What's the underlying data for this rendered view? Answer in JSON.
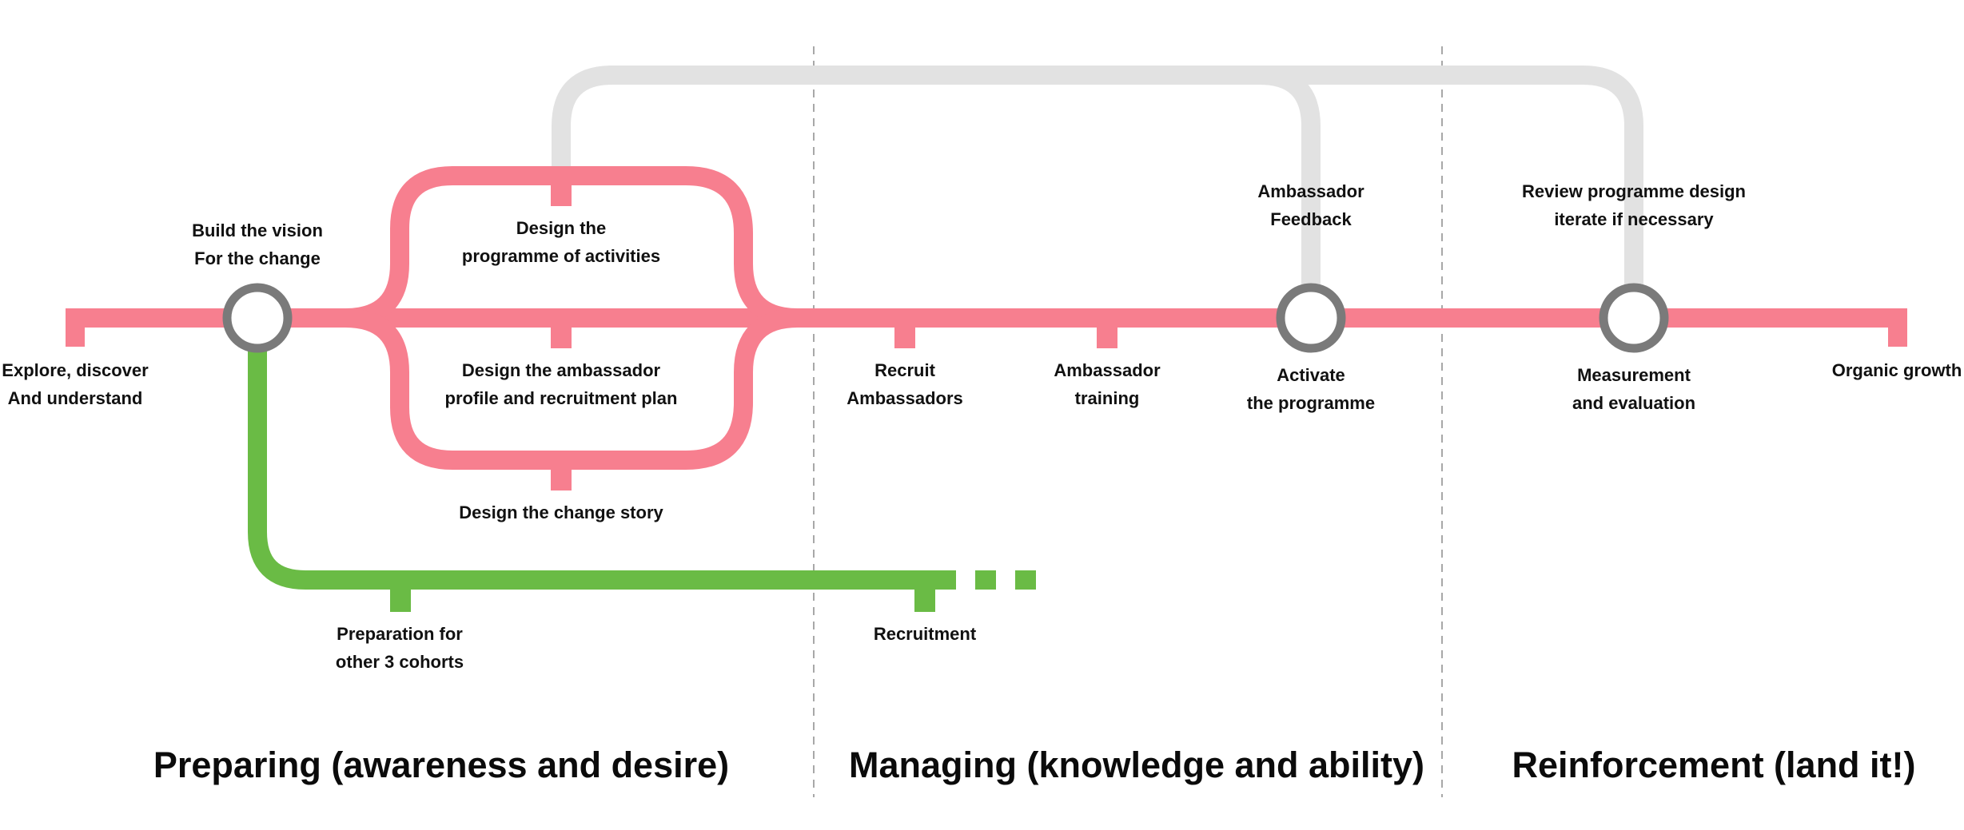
{
  "colors": {
    "main_line": "#F77F8F",
    "green_line": "#6ABB45",
    "grey_line": "#E2E2E2",
    "interchange_ring": "#7A7A7A",
    "divider": "#A8A8A8",
    "text": "#111111"
  },
  "stations": {
    "explore": [
      "Explore, discover",
      "And understand"
    ],
    "vision": [
      "Build the vision",
      "For the change"
    ],
    "programme": [
      "Design the",
      "programme of activities"
    ],
    "ambassador_profile": [
      "Design the ambassador",
      "profile and recruitment plan"
    ],
    "change_story": [
      "Design the change story"
    ],
    "recruit": [
      "Recruit",
      "Ambassadors"
    ],
    "training": [
      "Ambassador",
      "training"
    ],
    "feedback": [
      "Ambassador",
      "Feedback"
    ],
    "activate": [
      "Activate",
      "the programme"
    ],
    "review": [
      "Review programme design",
      "iterate if necessary"
    ],
    "measurement": [
      "Measurement",
      "and evaluation"
    ],
    "organic": [
      "Organic growth"
    ],
    "preparation": [
      "Preparation for",
      "other 3  cohorts"
    ],
    "recruitment": [
      "Recruitment"
    ]
  },
  "phases": {
    "preparing": "Preparing (awareness and desire)",
    "managing": "Managing (knowledge and ability)",
    "reinforcement": "Reinforcement (land it!)"
  }
}
